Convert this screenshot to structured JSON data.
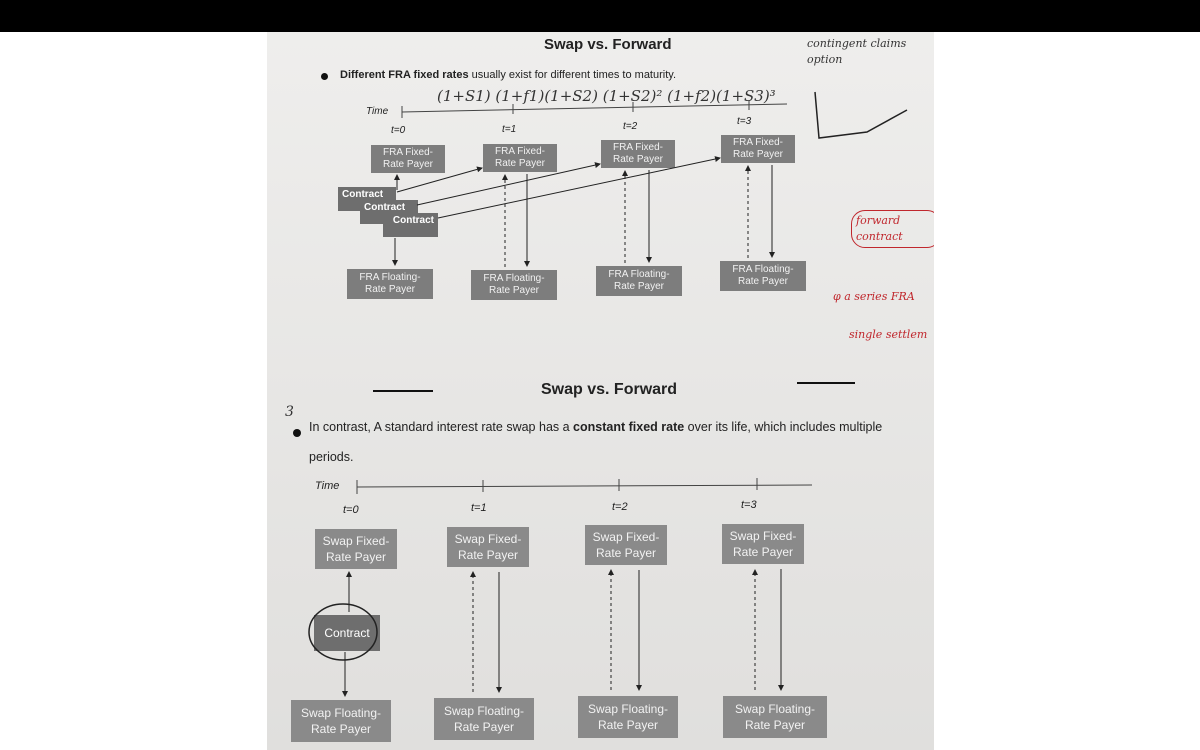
{
  "section1": {
    "title": "Swap vs. Forward",
    "bullet_pre": "Different FRA fixed rates",
    "bullet_post": " usually exist for different times to maturity.",
    "time_label": "Time",
    "ticks": [
      "t=0",
      "t=1",
      "t=2",
      "t=3"
    ],
    "fixed_payer": "FRA Fixed-Rate Payer",
    "floating_payer": "FRA Floating-Rate Payer",
    "contract_label": "Contract"
  },
  "section2": {
    "title": "Swap vs. Forward",
    "bullet_pre": "In contrast, A standard interest rate swap has a ",
    "bullet_bold": "constant fixed rate",
    "bullet_post": " over its life, which includes multiple periods.",
    "time_label": "Time",
    "ticks": [
      "t=0",
      "t=1",
      "t=2",
      "t=3"
    ],
    "fixed_payer": "Swap Fixed-Rate Payer",
    "floating_payer": "Swap Floating-Rate Payer",
    "contract_label": "Contract"
  },
  "handwriting": {
    "top_formula": "(1+S1) (1+f1)(1+S2)   (1+S2)² (1+f2)(1+S3)³",
    "right_top": "contingent claims option",
    "right_red_1": "forward contract",
    "right_red_2": "φ a series FRA",
    "right_red_3": "single settlem",
    "margin_note_1": "3"
  }
}
